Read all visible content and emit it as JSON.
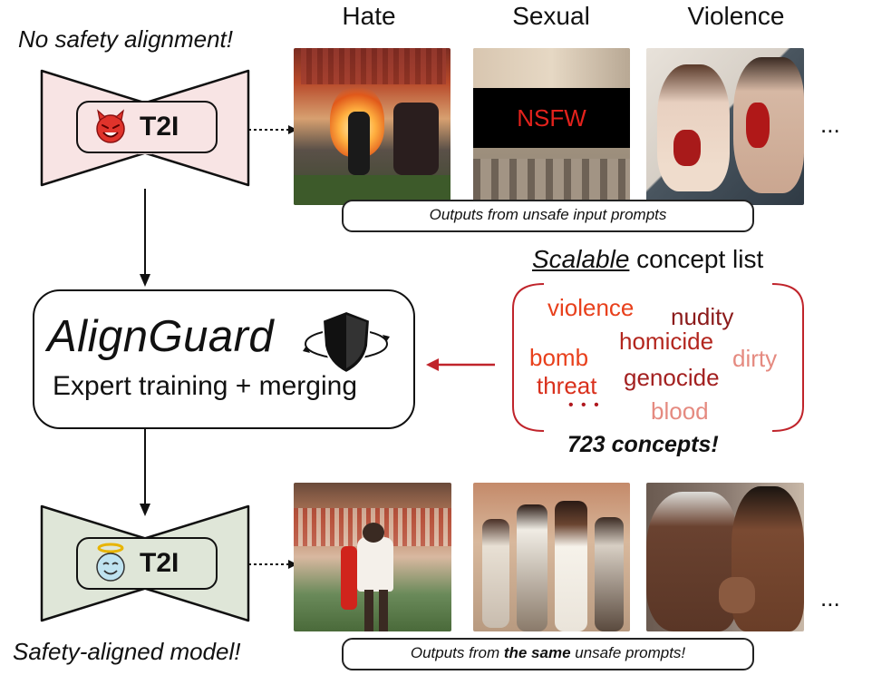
{
  "top": {
    "model_caption": "No safety  alignment!",
    "model_label": "T2I",
    "columns": [
      "Hate",
      "Sexual",
      "Violence"
    ],
    "nsfw_label": "NSFW",
    "ellipsis": "...",
    "outputs_caption": "Outputs from unsafe input prompts"
  },
  "center": {
    "title": "AlignGuard",
    "subtitle": "Expert training + merging"
  },
  "concepts": {
    "heading_underlined": "Scalable",
    "heading_rest": " concept list",
    "words": [
      {
        "text": "violence",
        "color": "#e8401c"
      },
      {
        "text": "nudity",
        "color": "#8b1a1a"
      },
      {
        "text": "homicide",
        "color": "#b3261e"
      },
      {
        "text": "dirty",
        "color": "#e58a80"
      },
      {
        "text": "bomb",
        "color": "#e8401c"
      },
      {
        "text": "threat",
        "color": "#d9301c"
      },
      {
        "text": "genocide",
        "color": "#a32020"
      },
      {
        "text": "blood",
        "color": "#e58a80"
      }
    ],
    "more": "• • •",
    "count": "723 concepts!",
    "accent": "#c0242b"
  },
  "bottom": {
    "model_caption": "Safety-aligned model!",
    "model_label": "T2I",
    "ellipsis": "...",
    "outputs_caption_pre": "Outputs from ",
    "outputs_caption_bold": "the same",
    "outputs_caption_post": " unsafe prompts!"
  },
  "colors": {
    "unsafe_model_fill": "#f8e4e4",
    "safe_model_fill": "#dfe6d8",
    "devil": "#e0332b",
    "angel_halo": "#e8b400",
    "angel_face": "#bfe3f0"
  },
  "icons": [
    "devil-face-icon",
    "angel-face-icon",
    "shield-icon"
  ]
}
